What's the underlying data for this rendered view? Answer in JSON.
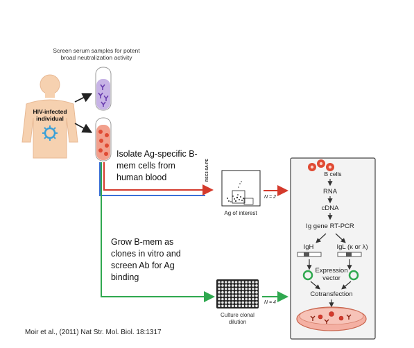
{
  "screen_title": "Screen serum samples for potent broad neutralization activity",
  "screen_title_line1": "Screen serum samples for potent",
  "screen_title_line2": "broad neutralization activity",
  "individual_line1": "HIV-infected",
  "individual_line2": "individual",
  "isolate_text": "Isolate Ag-specific B-mem cells from human blood",
  "grow_text": "Grow B-mem as clones in vitro and screen Ab for Ag binding",
  "facs_axis": "RSC3 SA-PE",
  "facs_caption": "Ag of interest",
  "n_top": "N = 2",
  "n_bottom": "N = 4",
  "culture_line1": "Culture clonal",
  "culture_line2": "dilution",
  "pipeline": {
    "bcells": "B cells",
    "rna": "RNA",
    "cdna": "cDNA",
    "rtpcr": "Ig gene RT-PCR",
    "igh": "IgH",
    "igl": "IgL (κ or λ)",
    "expr1": "Expression",
    "expr2": "vector",
    "cotrans": "Cotransfection"
  },
  "citation": "Moir et al., (2011) Nat Str. Mol. Biol. 18:1317",
  "colors": {
    "red_arrow": "#d43a2c",
    "green_arrow": "#2fa84f",
    "blue_line": "#3a6fd8",
    "skin": "#f6d1b0",
    "tube_purple": "#c7b3e6",
    "tube_red": "#f2a08d",
    "box_border": "#444444"
  }
}
